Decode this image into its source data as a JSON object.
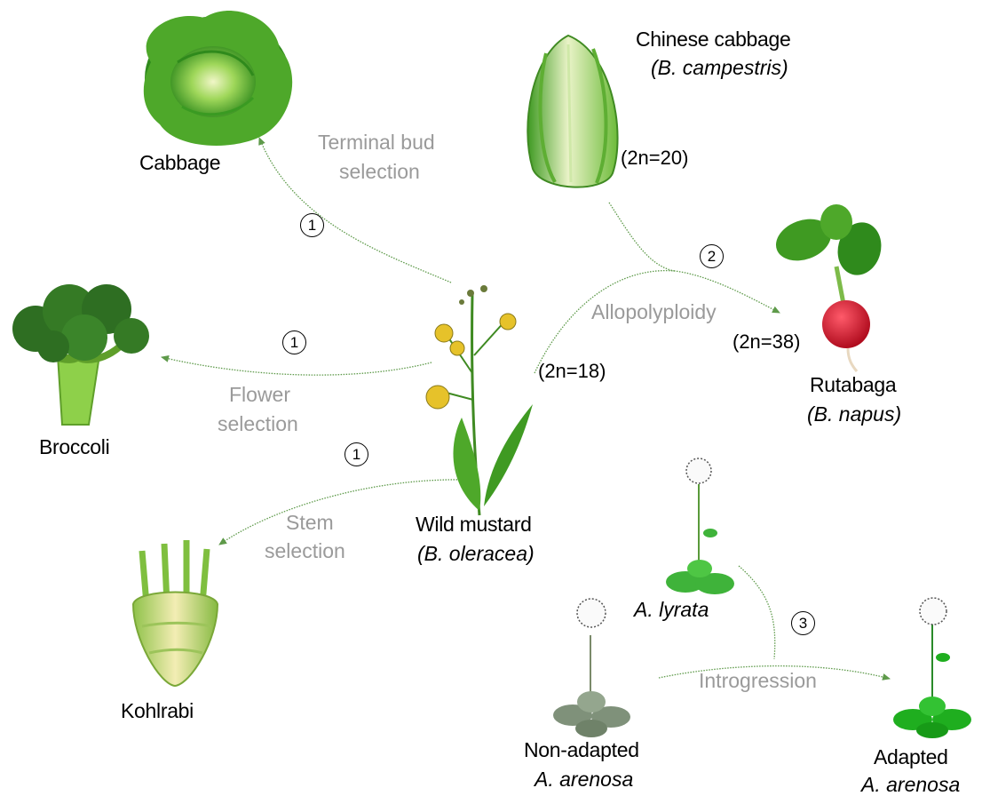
{
  "labels": {
    "cabbage": "Cabbage",
    "chinese_cabbage": "Chinese cabbage",
    "chinese_cabbage_sci": "(B. campestris)",
    "chinese_cabbage_ploidy": "(2n=20)",
    "broccoli": "Broccoli",
    "kohlrabi": "Kohlrabi",
    "wild_mustard": "Wild mustard",
    "wild_mustard_sci": "(B. oleracea)",
    "wild_mustard_ploidy": "(2n=18)",
    "rutabaga": "Rutabaga",
    "rutabaga_sci": "(B. napus)",
    "rutabaga_ploidy": "(2n=38)",
    "a_lyrata": "A. lyrata",
    "non_adapted": "Non-adapted",
    "non_adapted_sci": "A. arenosa",
    "adapted": "Adapted",
    "adapted_sci": "A. arenosa"
  },
  "processes": {
    "terminal_bud_line1": "Terminal bud",
    "terminal_bud_line2": "selection",
    "flower_line1": "Flower",
    "flower_line2": "selection",
    "stem_line1": "Stem",
    "stem_line2": "selection",
    "allopolyploidy": "Allopolyploidy",
    "introgression": "Introgression"
  },
  "markers": {
    "m1": "1",
    "m2": "2",
    "m3": "3"
  },
  "colors": {
    "arrow": "#5e9a4a",
    "process_text": "#9a9a9a",
    "leaf_dark": "#2e7d1f",
    "leaf_light": "#7ccf4a",
    "flower": "#e6c22a",
    "radish": "#d0142a"
  }
}
